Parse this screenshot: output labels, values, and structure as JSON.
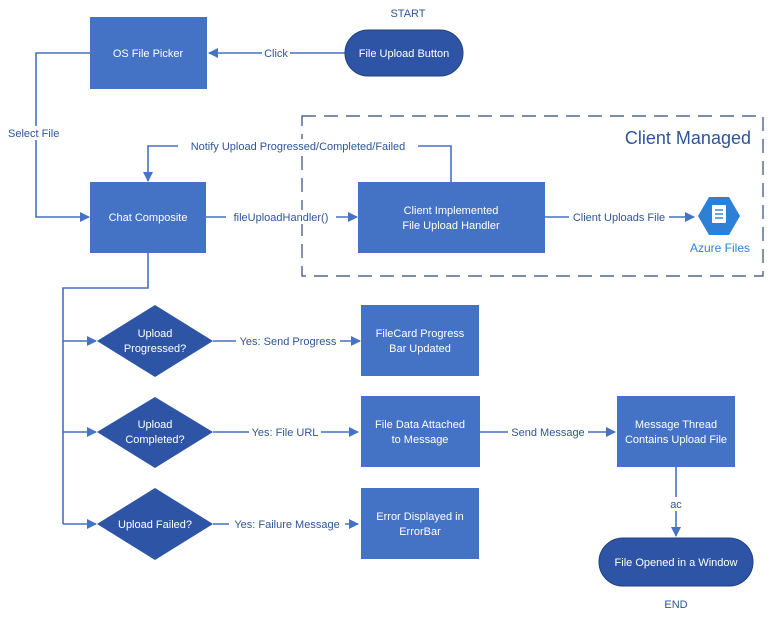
{
  "terminals": {
    "start": "START",
    "end": "END"
  },
  "region": {
    "title": "Client Managed"
  },
  "nodes": {
    "upload_button": "File Upload Button",
    "os_picker": "OS File Picker",
    "chat_composite": "Chat Composite",
    "handler": [
      "Client Implemented",
      "File Upload Handler"
    ],
    "azure_files": "Azure Files",
    "progressed": [
      "Upload",
      "Progressed?"
    ],
    "completed": [
      "Upload",
      "Completed?"
    ],
    "failed": "Upload Failed?",
    "filecard": [
      "FileCard Progress",
      "Bar Updated"
    ],
    "attached": [
      "File Data Attached",
      "to Message"
    ],
    "error": [
      "Error Displayed in",
      "ErrorBar"
    ],
    "thread": [
      "Message Thread",
      "Contains Upload File"
    ],
    "opened": "File Opened in a Window"
  },
  "edges": {
    "click": "Click",
    "select_file": "Select File",
    "notify": "Notify Upload Progressed/Completed/Failed",
    "handler_call": "fileUploadHandler()",
    "client_uploads": "Client Uploads File",
    "send_progress": "Yes: Send Progress",
    "file_url": "Yes: File URL",
    "failure": "Yes: Failure Message",
    "send_message": "Send Message",
    "ac": "ac"
  },
  "colors": {
    "box": "#4472c4",
    "pill": "#2e54a6",
    "line": "#4472c4",
    "text": "#2e5597"
  }
}
